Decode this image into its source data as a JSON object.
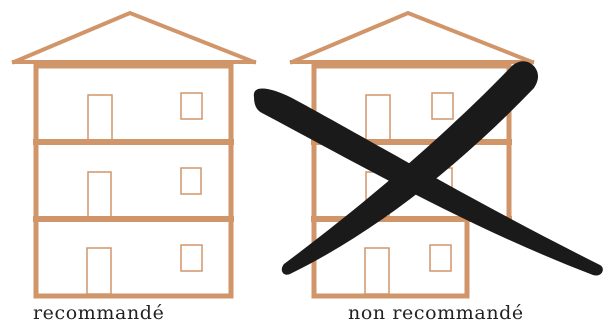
{
  "figure": {
    "recommended": {
      "caption": "recommandé",
      "floors": 3,
      "ground_floor_setback": false
    },
    "not_recommended": {
      "caption": "non recommandé",
      "floors": 3,
      "ground_floor_setback": true,
      "crossed_out": true
    }
  },
  "colors": {
    "wall": "#D1956A",
    "cross": "#1A1A1A",
    "caption_text": "#222222",
    "background": "#FFFFFF"
  }
}
